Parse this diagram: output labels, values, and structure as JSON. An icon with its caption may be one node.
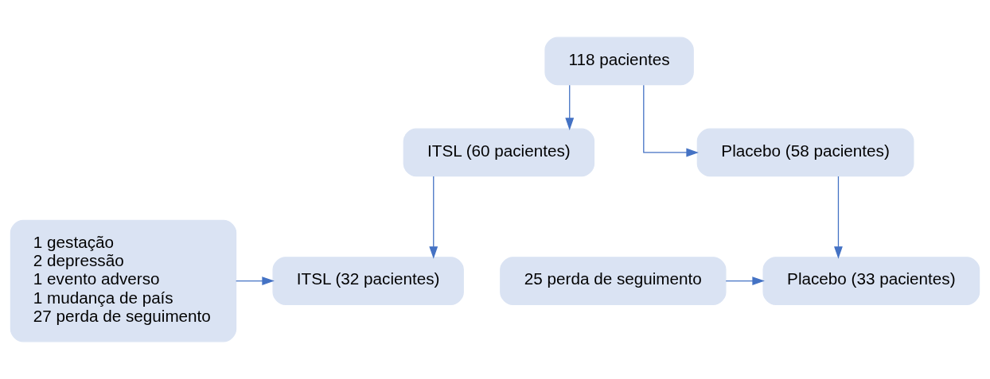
{
  "diagram": {
    "nodes": [
      {
        "text": [
          "118 pacientes"
        ]
      },
      {
        "text": [
          "ITSL (60 pacientes)"
        ]
      },
      {
        "text": [
          "Placebo (58 pacientes)"
        ]
      },
      {
        "text": [
          "1 gestação",
          "2 depressão",
          "1 evento adverso",
          "1 mudança de país",
          "27 perda de seguimento"
        ]
      },
      {
        "text": [
          "ITSL (32 pacientes)"
        ]
      },
      {
        "text": [
          "Placebo (33 pacientes)"
        ]
      },
      {
        "text": [
          "25 perda de seguimento"
        ]
      }
    ],
    "edges": [
      {
        "from": 0,
        "to": 1,
        "arrow": "to"
      },
      {
        "from": 0,
        "to": 2,
        "arrow": "to"
      },
      {
        "from": 1,
        "to": 4,
        "arrow": "to"
      },
      {
        "from": 3,
        "to": 4,
        "arrow": "to"
      },
      {
        "from": 2,
        "to": 5,
        "arrow": "to"
      },
      {
        "from": 6,
        "to": 5,
        "arrow": "to"
      }
    ]
  }
}
